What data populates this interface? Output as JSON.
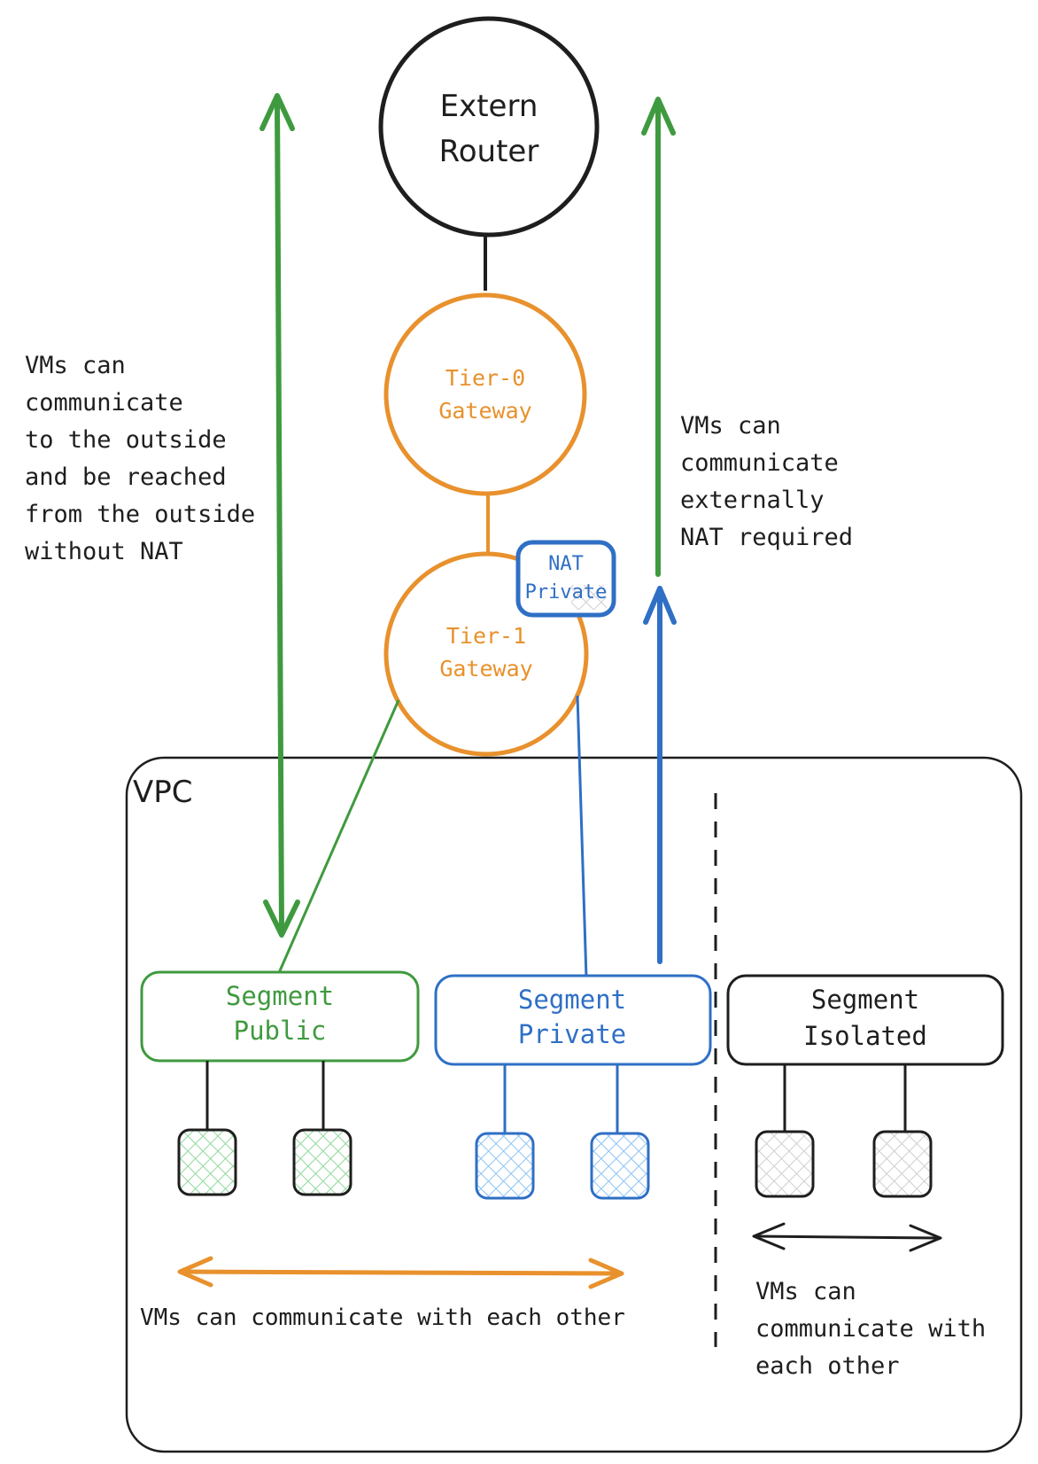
{
  "colors": {
    "black": "#1e1e1e",
    "orange": "#e8912d",
    "green": "#3f9a3f",
    "blue": "#2f6fc5",
    "green_fill": "#b2f2bb",
    "blue_fill": "#a5d8ff",
    "gray_fill": "#d0d0d0"
  },
  "nodes": {
    "extern_router": {
      "line1": "Extern",
      "line2": "Router"
    },
    "tier0": {
      "line1": "Tier-0",
      "line2": "Gateway"
    },
    "tier1": {
      "line1": "Tier-1",
      "line2": "Gateway"
    },
    "nat": {
      "line1": "NAT",
      "line2": "Private"
    }
  },
  "vpc": {
    "label": "VPC"
  },
  "segments": {
    "public": {
      "line1": "Segment",
      "line2": "Public"
    },
    "private": {
      "line1": "Segment",
      "line2": "Private"
    },
    "isolated": {
      "line1": "Segment",
      "line2": "Isolated"
    }
  },
  "notes": {
    "public_reach": [
      "VMs can",
      "communicate",
      "to the outside",
      "and be reached",
      "from the outside",
      "without NAT"
    ],
    "nat_external": [
      "VMs can",
      "communicate",
      "externally",
      "NAT required"
    ],
    "vms_each_other": "VMs can communicate with each other",
    "isolated_each_other": [
      "VMs can",
      "communicate with",
      "each other"
    ]
  }
}
